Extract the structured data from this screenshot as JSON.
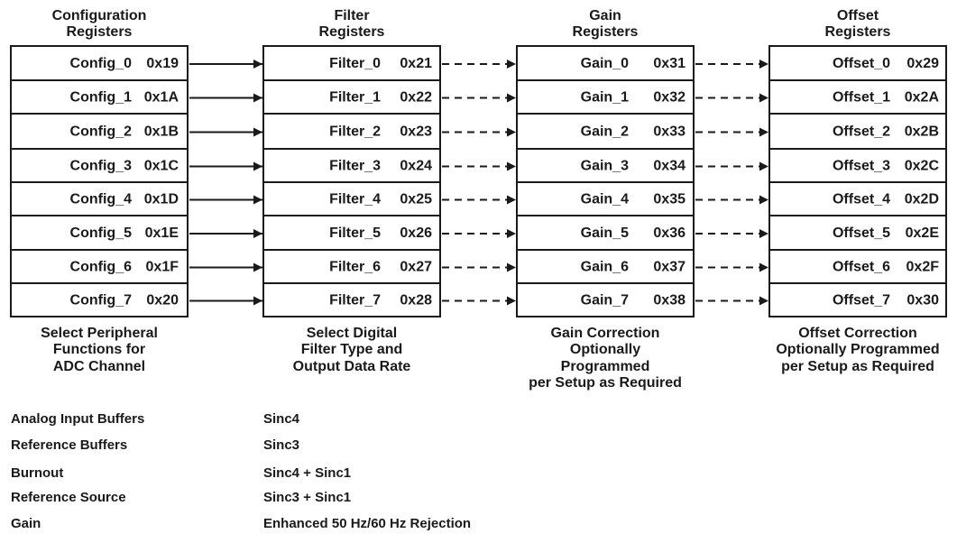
{
  "columns": [
    {
      "header": [
        "Configuration",
        "Registers"
      ],
      "registers": [
        {
          "name": "Config_0",
          "addr": "0x19"
        },
        {
          "name": "Config_1",
          "addr": "0x1A"
        },
        {
          "name": "Config_2",
          "addr": "0x1B"
        },
        {
          "name": "Config_3",
          "addr": "0x1C"
        },
        {
          "name": "Config_4",
          "addr": "0x1D"
        },
        {
          "name": "Config_5",
          "addr": "0x1E"
        },
        {
          "name": "Config_6",
          "addr": "0x1F"
        },
        {
          "name": "Config_7",
          "addr": "0x20"
        }
      ],
      "description": [
        "Select Peripheral",
        "Functions for",
        "ADC Channel"
      ]
    },
    {
      "header": [
        "Filter",
        "Registers"
      ],
      "registers": [
        {
          "name": "Filter_0",
          "addr": "0x21"
        },
        {
          "name": "Filter_1",
          "addr": "0x22"
        },
        {
          "name": "Filter_2",
          "addr": "0x23"
        },
        {
          "name": "Filter_3",
          "addr": "0x24"
        },
        {
          "name": "Filter_4",
          "addr": "0x25"
        },
        {
          "name": "Filter_5",
          "addr": "0x26"
        },
        {
          "name": "Filter_6",
          "addr": "0x27"
        },
        {
          "name": "Filter_7",
          "addr": "0x28"
        }
      ],
      "description": [
        "Select Digital",
        "Filter Type and",
        "Output Data Rate"
      ]
    },
    {
      "header": [
        "Gain",
        "Registers"
      ],
      "registers": [
        {
          "name": "Gain_0",
          "addr": "0x31"
        },
        {
          "name": "Gain_1",
          "addr": "0x32"
        },
        {
          "name": "Gain_2",
          "addr": "0x33"
        },
        {
          "name": "Gain_3",
          "addr": "0x34"
        },
        {
          "name": "Gain_4",
          "addr": "0x35"
        },
        {
          "name": "Gain_5",
          "addr": "0x36"
        },
        {
          "name": "Gain_6",
          "addr": "0x37"
        },
        {
          "name": "Gain_7",
          "addr": "0x38"
        }
      ],
      "description": [
        "Gain Correction",
        "Optionally",
        "Programmed",
        "per Setup as Required"
      ]
    },
    {
      "header": [
        "Offset",
        "Registers"
      ],
      "registers": [
        {
          "name": "Offset_0",
          "addr": "0x29"
        },
        {
          "name": "Offset_1",
          "addr": "0x2A"
        },
        {
          "name": "Offset_2",
          "addr": "0x2B"
        },
        {
          "name": "Offset_3",
          "addr": "0x2C"
        },
        {
          "name": "Offset_4",
          "addr": "0x2D"
        },
        {
          "name": "Offset_5",
          "addr": "0x2E"
        },
        {
          "name": "Offset_6",
          "addr": "0x2F"
        },
        {
          "name": "Offset_7",
          "addr": "0x30"
        }
      ],
      "description": [
        "Offset Correction",
        "Optionally Programmed",
        "per Setup as Required"
      ]
    }
  ],
  "connectors": [
    "solid",
    "dashed",
    "dashed"
  ],
  "config_features": [
    "Analog Input Buffers",
    "Reference Buffers",
    "Burnout",
    "Reference Source",
    "Gain"
  ],
  "filter_types": [
    "Sinc4",
    "Sinc3",
    "Sinc4 + Sinc1",
    "Sinc3 + Sinc1",
    "Enhanced 50 Hz/60 Hz Rejection"
  ],
  "colors": {
    "ink": "#1a1a1a",
    "background": "#ffffff"
  }
}
